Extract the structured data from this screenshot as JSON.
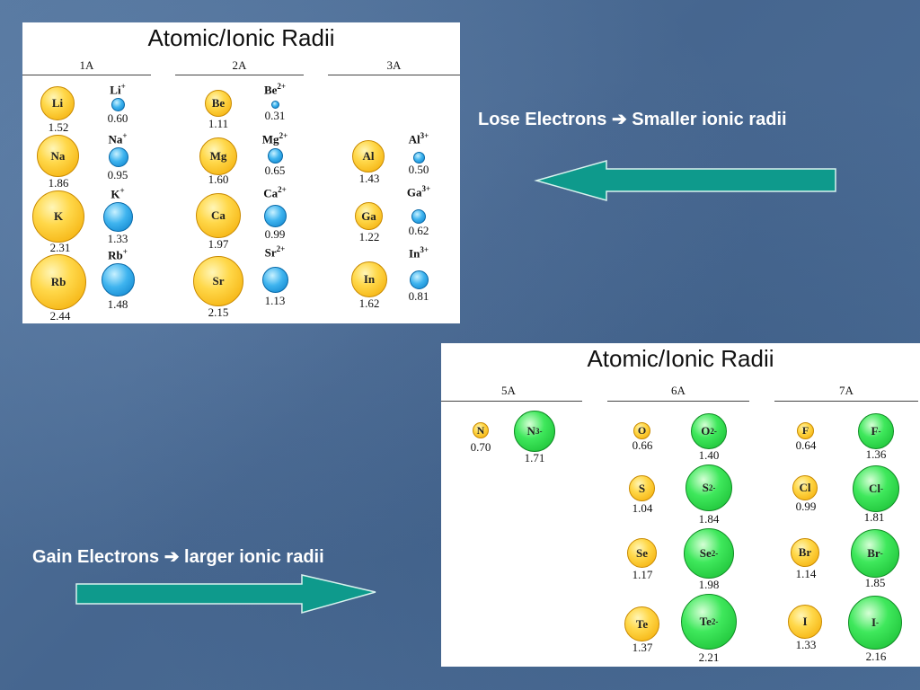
{
  "top_panel": {
    "title": "Atomic/Ionic Radii",
    "groups": [
      "1A",
      "2A",
      "3A"
    ],
    "atoms": [
      {
        "symbol": "Li",
        "radius": "1.52"
      },
      {
        "symbol": "Na",
        "radius": "1.86"
      },
      {
        "symbol": "K",
        "radius": "2.31"
      },
      {
        "symbol": "Rb",
        "radius": "2.44"
      },
      {
        "symbol": "Be",
        "radius": "1.11"
      },
      {
        "symbol": "Mg",
        "radius": "1.60"
      },
      {
        "symbol": "Ca",
        "radius": "1.97"
      },
      {
        "symbol": "Sr",
        "radius": "2.15"
      },
      {
        "symbol": "Al",
        "radius": "1.43"
      },
      {
        "symbol": "Ga",
        "radius": "1.22"
      },
      {
        "symbol": "In",
        "radius": "1.62"
      }
    ],
    "ions": [
      {
        "symbol": "Li",
        "charge": "+",
        "radius": "0.60"
      },
      {
        "symbol": "Na",
        "charge": "+",
        "radius": "0.95"
      },
      {
        "symbol": "K",
        "charge": "+",
        "radius": "1.33"
      },
      {
        "symbol": "Rb",
        "charge": "+",
        "radius": "1.48"
      },
      {
        "symbol": "Be",
        "charge": "2+",
        "radius": "0.31"
      },
      {
        "symbol": "Mg",
        "charge": "2+",
        "radius": "0.65"
      },
      {
        "symbol": "Ca",
        "charge": "2+",
        "radius": "0.99"
      },
      {
        "symbol": "Sr",
        "charge": "2+",
        "radius": "1.13"
      },
      {
        "symbol": "Al",
        "charge": "3+",
        "radius": "0.50"
      },
      {
        "symbol": "Ga",
        "charge": "3+",
        "radius": "0.62"
      },
      {
        "symbol": "In",
        "charge": "3+",
        "radius": "0.81"
      }
    ]
  },
  "bottom_panel": {
    "title": "Atomic/Ionic Radii",
    "groups": [
      "5A",
      "6A",
      "7A"
    ],
    "atoms": [
      {
        "symbol": "N",
        "radius": "0.70"
      },
      {
        "symbol": "O",
        "radius": "0.66"
      },
      {
        "symbol": "S",
        "radius": "1.04"
      },
      {
        "symbol": "Se",
        "radius": "1.17"
      },
      {
        "symbol": "Te",
        "radius": "1.37"
      },
      {
        "symbol": "F",
        "radius": "0.64"
      },
      {
        "symbol": "Cl",
        "radius": "0.99"
      },
      {
        "symbol": "Br",
        "radius": "1.14"
      },
      {
        "symbol": "I",
        "radius": "1.33"
      }
    ],
    "ions": [
      {
        "symbol": "N",
        "charge": "3-",
        "radius": "1.71"
      },
      {
        "symbol": "O",
        "charge": "2-",
        "radius": "1.40"
      },
      {
        "symbol": "S",
        "charge": "2-",
        "radius": "1.84"
      },
      {
        "symbol": "Se",
        "charge": "2-",
        "radius": "1.98"
      },
      {
        "symbol": "Te",
        "charge": "2-",
        "radius": "2.21"
      },
      {
        "symbol": "F",
        "charge": "-",
        "radius": "1.36"
      },
      {
        "symbol": "Cl",
        "charge": "-",
        "radius": "1.81"
      },
      {
        "symbol": "Br",
        "charge": "-",
        "radius": "1.85"
      },
      {
        "symbol": "I",
        "charge": "-",
        "radius": "2.16"
      }
    ]
  },
  "captions": {
    "lose_prefix": "Lose Electrons",
    "lose_suffix": "Smaller ionic radii",
    "gain_prefix": "Gain Electrons",
    "gain_suffix": "larger ionic radii",
    "arrow_glyph": "➔"
  },
  "colors": {
    "atom_fill": "#ffd84a",
    "cation_fill": "#3fb4ef",
    "anion_fill": "#3fe85c",
    "arrow_fill": "#0e9a8c",
    "caption_text": "#ffffff"
  }
}
